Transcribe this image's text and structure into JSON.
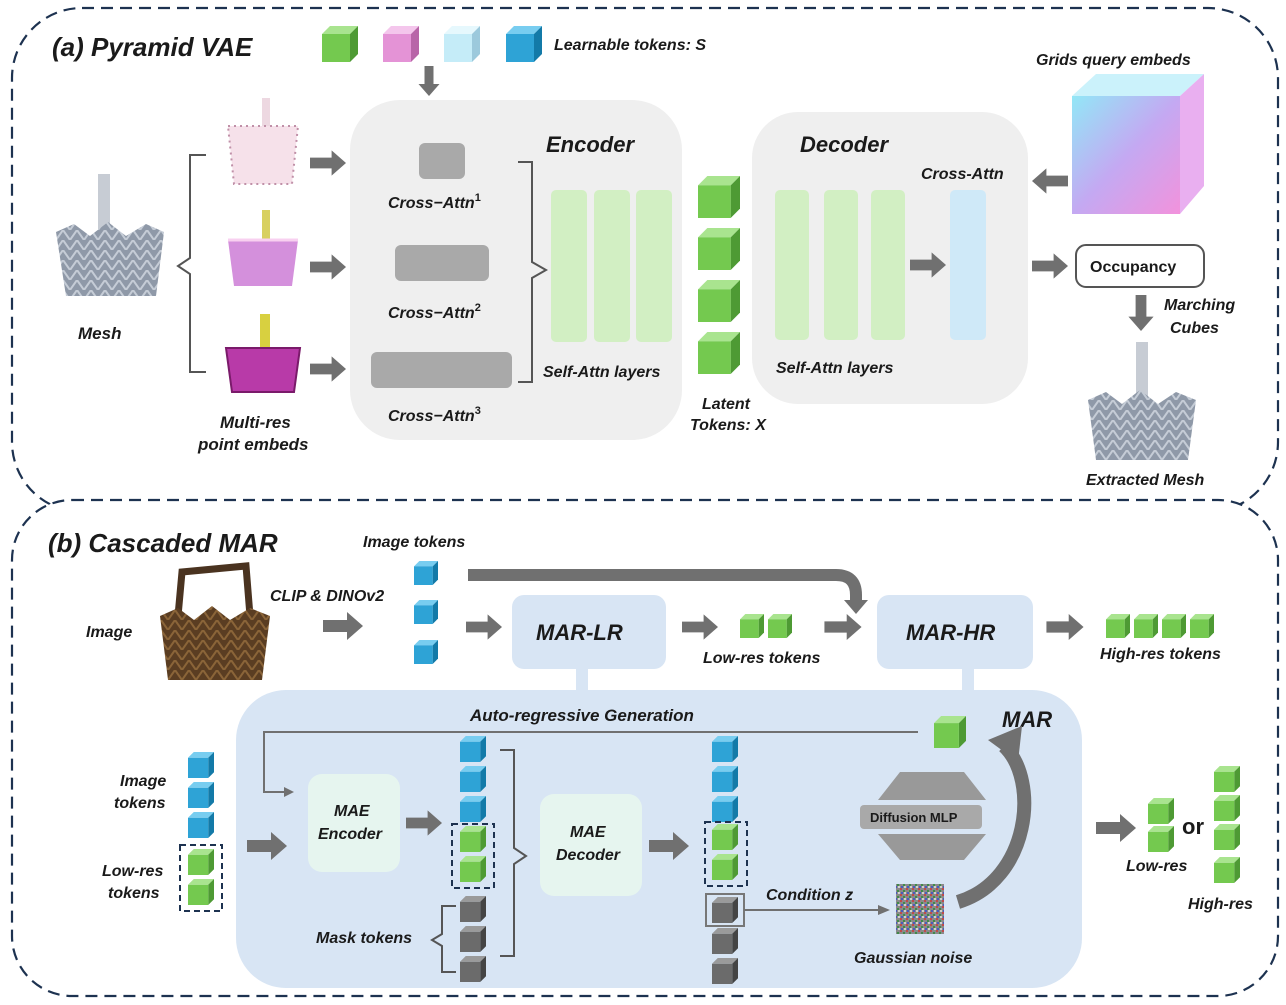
{
  "panel_a": {
    "title": "(a) Pyramid VAE",
    "learnable_tokens_label": "Learnable tokens: S",
    "grids_label": "Grids query embeds",
    "mesh_label": "Mesh",
    "multires_label_1": "Multi-res",
    "multires_label_2": "point embeds",
    "encoder_title": "Encoder",
    "cross_attn_base": "Cross−Attn",
    "cross_attn_sup": [
      "1",
      "2",
      "3"
    ],
    "enc_self_attn": "Self-Attn layers",
    "latent_label_1": "Latent",
    "latent_label_2": "Tokens: X",
    "decoder_title": "Decoder",
    "dec_cross_attn": "Cross-Attn",
    "dec_self_attn": "Self-Attn layers",
    "occupancy": "Occupancy",
    "marching_1": "Marching",
    "marching_2": "Cubes",
    "extracted_mesh": "Extracted Mesh"
  },
  "panel_b": {
    "title": "(b) Cascaded MAR",
    "image_tokens_top": "Image tokens",
    "image_label": "Image",
    "clip_label": "CLIP & DINOv2",
    "mar_lr": "MAR-LR",
    "low_res_tokens": "Low-res  tokens",
    "mar_hr": "MAR-HR",
    "high_res_tokens": "High-res tokens",
    "autoregressive": "Auto-regressive Generation",
    "mar_label": "MAR",
    "image_tokens_left_1": "Image",
    "image_tokens_left_2": "tokens",
    "low_res_left_1": "Low-res",
    "low_res_left_2": "tokens",
    "mae_encoder_1": "MAE",
    "mae_encoder_2": "Encoder",
    "mae_decoder_1": "MAE",
    "mae_decoder_2": "Decoder",
    "mask_tokens": "Mask tokens",
    "diffusion_mlp": "Diffusion MLP",
    "condition": "Condition z",
    "gaussian_noise": "Gaussian noise",
    "or_label": "or",
    "low_res_right": "Low-res",
    "high_res_right": "High-res"
  },
  "colors": {
    "green": "#7fcf5f",
    "pink": "#e493d6",
    "light_blue": "#bfe9f7",
    "blue": "#2ea3d6",
    "gray_token": "#6b6b6b",
    "encoder_bg": "#efefef",
    "mar_bg": "#d8e5f4",
    "self_attn_green": "#d2efc3",
    "cross_attn_blue": "#cfe9f8",
    "mae_box": "#e6f5ef",
    "panel_border": "#1d3250",
    "arrow_gray": "#707070"
  }
}
